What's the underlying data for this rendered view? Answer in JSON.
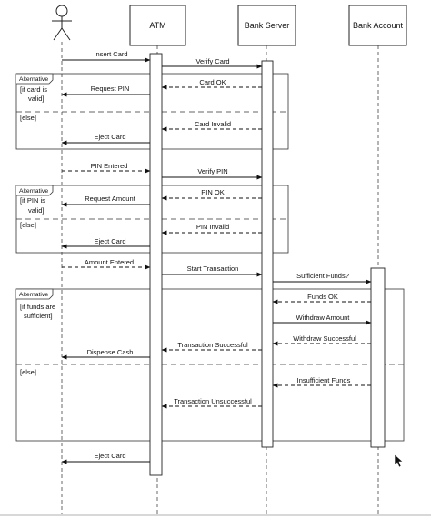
{
  "lifelines": {
    "atm": "ATM",
    "bank_server": "Bank Server",
    "bank_account": "Bank Account"
  },
  "messages": [
    {
      "label": "Insert Card"
    },
    {
      "label": "Verify Card"
    },
    {
      "label": "Card OK"
    },
    {
      "label": "Request PIN"
    },
    {
      "label": "Card Invalid"
    },
    {
      "label": "Eject Card"
    },
    {
      "label": "PIN Entered"
    },
    {
      "label": "Verify PIN"
    },
    {
      "label": "PIN OK"
    },
    {
      "label": "Request Amount"
    },
    {
      "label": "PIN Invalid"
    },
    {
      "label": "Eject Card"
    },
    {
      "label": "Amount Entered"
    },
    {
      "label": "Start Transaction"
    },
    {
      "label": "Sufficient Funds?"
    },
    {
      "label": "Funds OK"
    },
    {
      "label": "Withdraw Amount"
    },
    {
      "label": "Withdraw Successful"
    },
    {
      "label": "Transaction Successful"
    },
    {
      "label": "Dispense Cash"
    },
    {
      "label": "Insufficient Funds"
    },
    {
      "label": "Transaction Unsuccessful"
    },
    {
      "label": "Eject Card"
    }
  ],
  "fragments": [
    {
      "tag": "Alternative",
      "guard1": [
        "[if card is",
        "valid]"
      ],
      "guard2": "[else]"
    },
    {
      "tag": "Alternative",
      "guard1": [
        "[if PIN is",
        "valid]"
      ],
      "guard2": "[else]"
    },
    {
      "tag": "Alternative",
      "guard1": [
        "[if funds are",
        "sufficient]"
      ],
      "guard2": "[else]"
    }
  ]
}
